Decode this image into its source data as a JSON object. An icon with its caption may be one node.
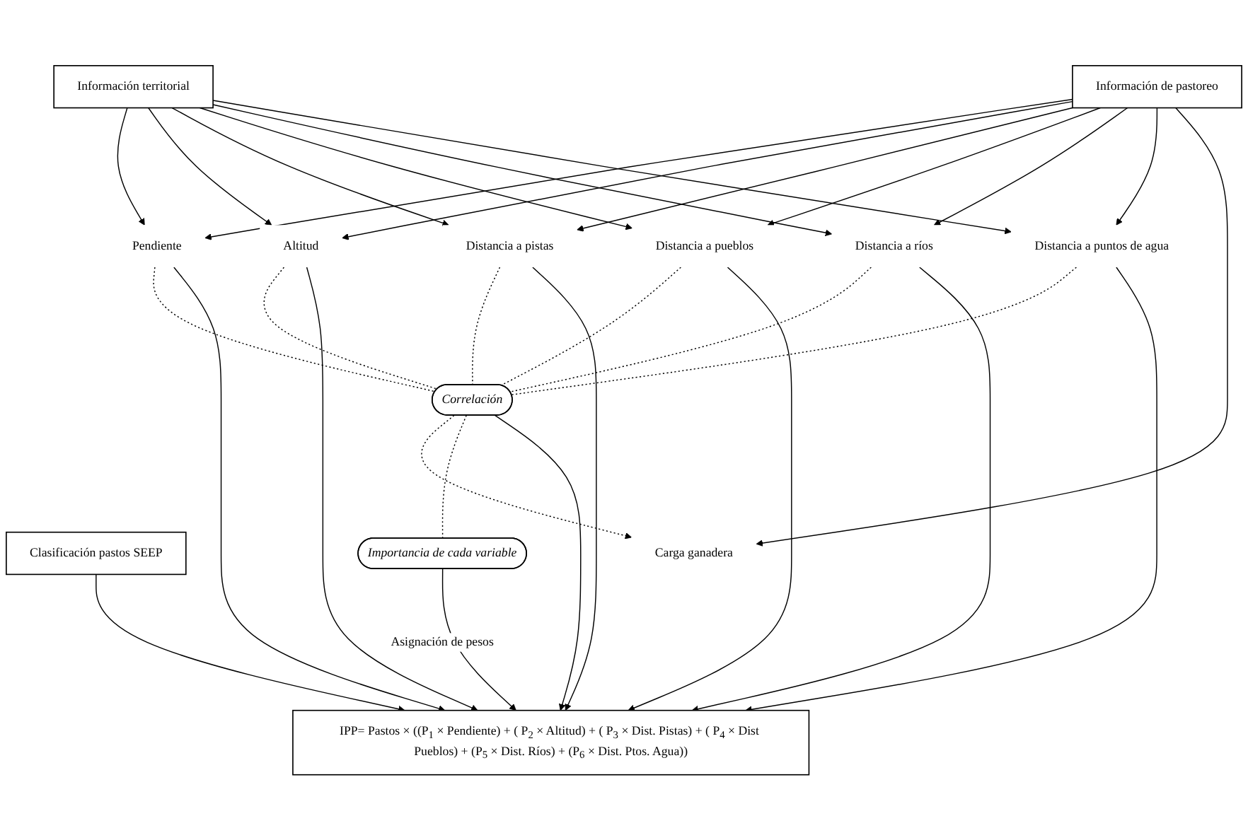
{
  "diagram": {
    "nodes": [
      {
        "text": [
          "Clasificación pastos SEEP"
        ]
      },
      {
        "text": [
          "Información territorial"
        ]
      },
      {
        "text": [
          "Información de pastoreo"
        ]
      },
      {
        "text": [
          "Pendiente"
        ]
      },
      {
        "text": [
          "Altitud"
        ]
      },
      {
        "text": [
          "Distancia a pistas"
        ]
      },
      {
        "text": [
          "Distancia a pueblos"
        ]
      },
      {
        "text": [
          "Distancia a ríos"
        ]
      },
      {
        "text": [
          "Distancia a puntos de agua"
        ]
      },
      {
        "text": [
          "Carga ganadera"
        ]
      },
      {
        "text": [
          "Correlación"
        ]
      },
      {
        "text": [
          "Importancia de cada variable"
        ]
      },
      {
        "text": [
          "IPP= Pastos × ((P$_{1}$ × Pendiente) + ( P$_{2}$ × Altitud) + ( P$_{3}$ × Dist. Pistas) + ( P$_{4}$ × Dist Pueblos) + (P$_{5}$ × Dist. Ríos) + (P$_{6}$ × Dist. Ptos. Agua))"
        ]
      }
    ],
    "edges": [
      {
        "from": 1,
        "to": 3,
        "arrow": "to"
      },
      {
        "from": 1,
        "to": 4,
        "arrow": "to"
      },
      {
        "from": 1,
        "to": 5,
        "arrow": "to"
      },
      {
        "from": 1,
        "to": 6,
        "arrow": "to"
      },
      {
        "from": 1,
        "to": 7,
        "arrow": "to"
      },
      {
        "from": 1,
        "to": 8,
        "arrow": "to"
      },
      {
        "from": 2,
        "to": 3,
        "arrow": "to"
      },
      {
        "from": 2,
        "to": 4,
        "arrow": "to"
      },
      {
        "from": 2,
        "to": 5,
        "arrow": "to"
      },
      {
        "from": 2,
        "to": 6,
        "arrow": "to"
      },
      {
        "from": 2,
        "to": 7,
        "arrow": "to"
      },
      {
        "from": 2,
        "to": 8,
        "arrow": "to"
      },
      {
        "from": 2,
        "to": 9,
        "arrow": "to"
      },
      {
        "from": 10,
        "to": 9,
        "arrow": "to",
        "style": "dashed"
      },
      {
        "from": 3,
        "to": 10,
        "arrow": "none",
        "style": "dashed"
      },
      {
        "from": 4,
        "to": 10,
        "arrow": "none",
        "style": "dashed"
      },
      {
        "from": 5,
        "to": 10,
        "arrow": "none",
        "style": "dashed"
      },
      {
        "from": 6,
        "to": 10,
        "arrow": "none",
        "style": "dashed"
      },
      {
        "from": 7,
        "to": 10,
        "arrow": "none",
        "style": "dashed"
      },
      {
        "from": 8,
        "to": 10,
        "arrow": "none",
        "style": "dashed"
      },
      {
        "from": 10,
        "to": 11,
        "arrow": "none",
        "style": "dashed"
      },
      {
        "from": 0,
        "to": 12,
        "arrow": "to"
      },
      {
        "from": 3,
        "to": 12,
        "arrow": "to"
      },
      {
        "from": 4,
        "to": 12,
        "arrow": "to"
      },
      {
        "from": 5,
        "to": 12,
        "arrow": "to"
      },
      {
        "from": 6,
        "to": 12,
        "arrow": "to"
      },
      {
        "from": 7,
        "to": 12,
        "arrow": "to"
      },
      {
        "from": 8,
        "to": 12,
        "arrow": "to"
      },
      {
        "from": 10,
        "to": 12,
        "arrow": "to"
      },
      {
        "from": 11,
        "to": 12,
        "arrow": "to",
        "label": "Asignación de pesos"
      }
    ]
  }
}
